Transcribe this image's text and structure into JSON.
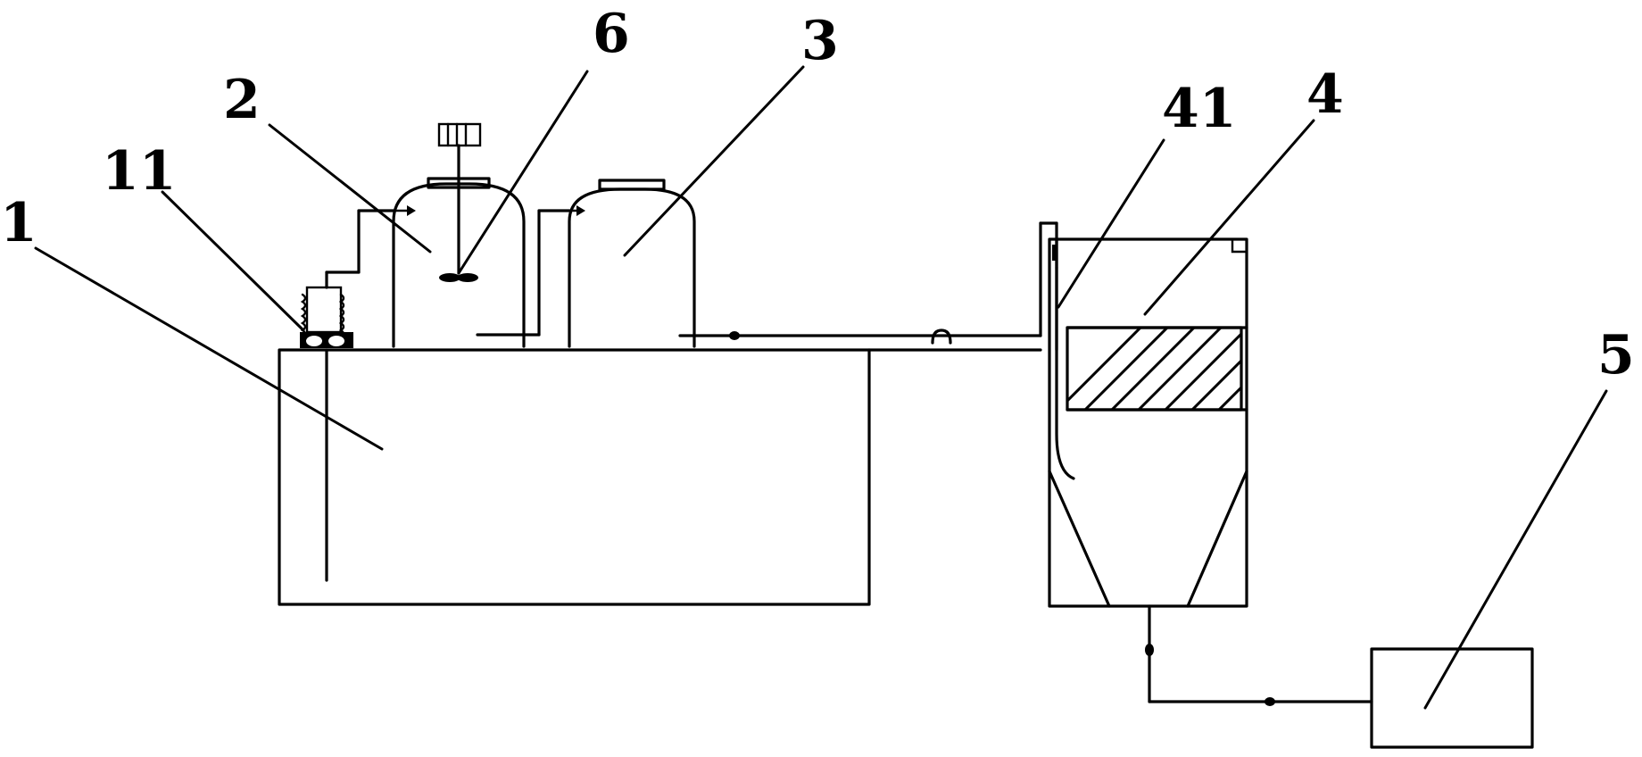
{
  "labels": {
    "main_tank": "1",
    "connector_11": "11",
    "dosing_tank_2": "2",
    "agitator_6": "6",
    "dosing_tank_3": "3",
    "pipe_41": "41",
    "filter_tank_4": "4",
    "storage_tank_5": "5"
  }
}
